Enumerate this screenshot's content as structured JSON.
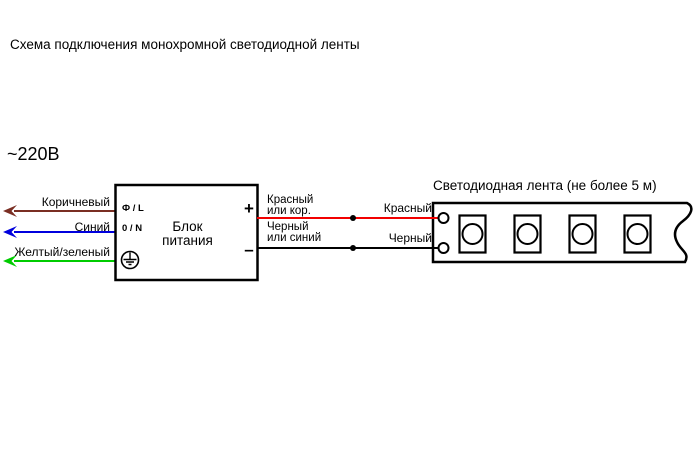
{
  "title": "Схема подключения монохромной светодиодной ленты",
  "voltage_label": "~220В",
  "colors": {
    "brown_wire": "#7a2e23",
    "blue_wire": "#0000dd",
    "green_wire": "#00cc00",
    "red_wire": "#f20000",
    "black_wire": "#000000"
  },
  "input_wires": [
    {
      "label": "Коричневый",
      "color": "#7a2e23"
    },
    {
      "label": "Синий",
      "color": "#0000dd"
    },
    {
      "label": "Желтый/зеленый",
      "color": "#00cc00"
    }
  ],
  "power_supply": {
    "label": "Блок\nпитания",
    "terminal_line": "Ф / L",
    "terminal_neutral": "0 / N",
    "plus_label": "+",
    "minus_label": "–"
  },
  "output_wires": {
    "positive_label_near_psu": "Красный\nили кор.",
    "negative_label_near_psu": "Черный\nили синий",
    "positive_label_near_strip": "Красный",
    "negative_label_near_strip": "Черный"
  },
  "led_strip": {
    "label": "Светодиодная лента (не более 5 м)",
    "led_count": 4
  }
}
